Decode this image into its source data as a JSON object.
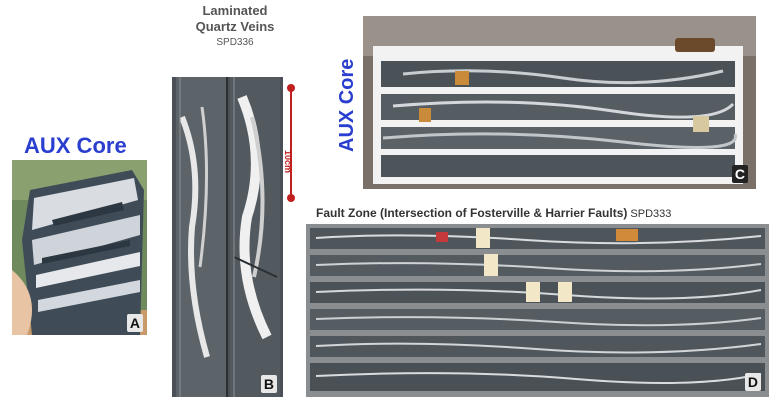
{
  "panel_a": {
    "title": "AUX Core",
    "badge": "A"
  },
  "panel_b": {
    "title_line1": "Laminated",
    "title_line2": "Quartz Veins",
    "code": "SPD336",
    "scale_label": "10cm",
    "badge": "B"
  },
  "panel_c": {
    "title": "AUX Core",
    "badge": "C"
  },
  "panel_d": {
    "title": "Fault Zone (Intersection of Fosterville & Harrier Faults)",
    "code": "SPD333",
    "badge": "D"
  },
  "colors": {
    "title_blue": "#2a3fcf",
    "scale_red": "#c21f1f"
  }
}
